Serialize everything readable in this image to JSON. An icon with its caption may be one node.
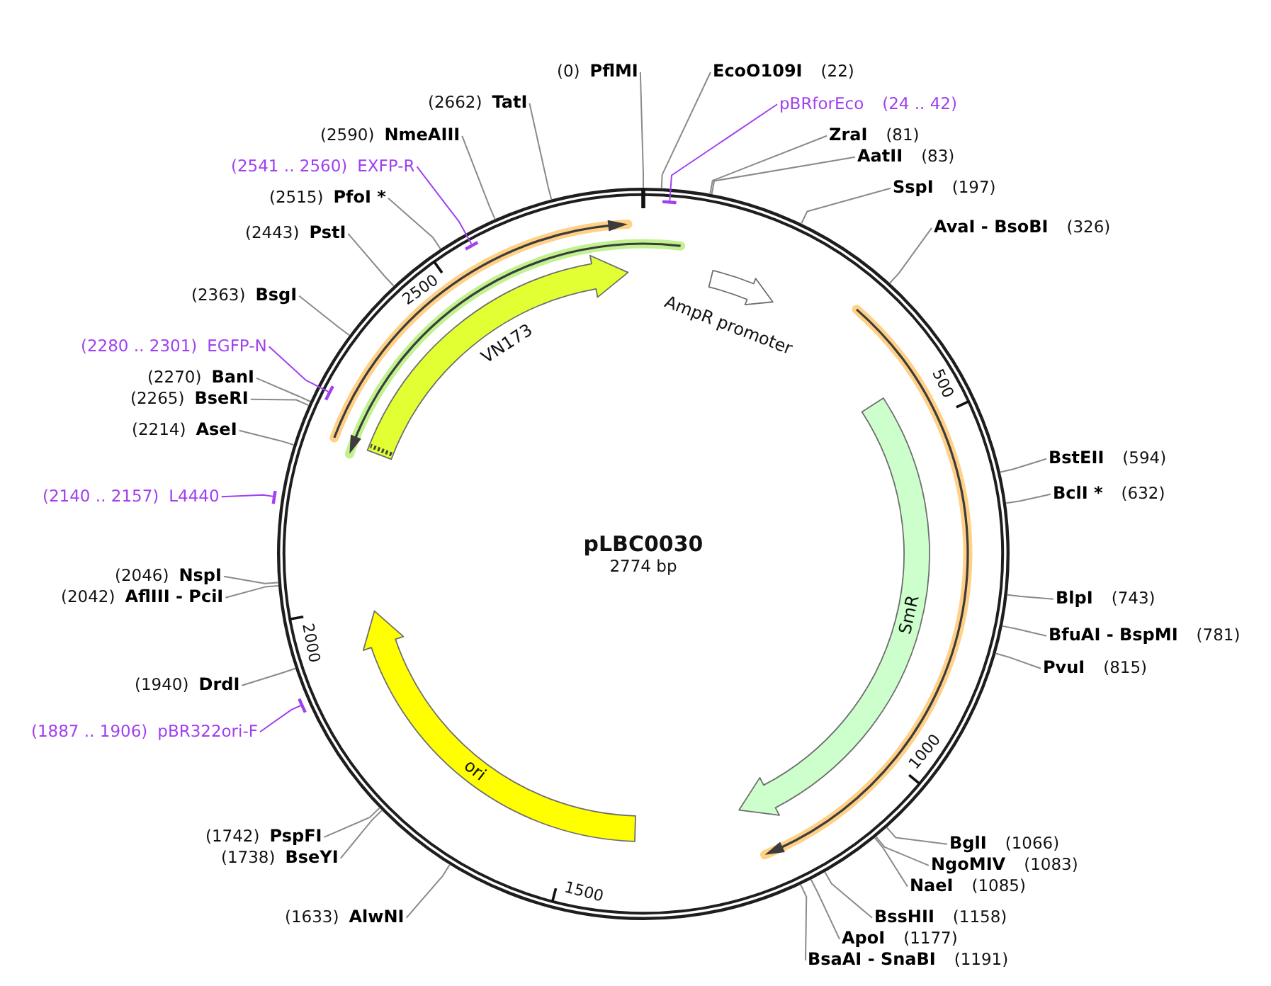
{
  "diagram": {
    "nodes": [
      {
        "text": [
          "pLBC0030",
          "2774 bp"
        ]
      },
      {
        "text": [
          "VN173"
        ],
        "in": 0
      },
      {
        "text": [
          "AmpR promoter"
        ],
        "in": 0
      },
      {
        "text": [
          "SmR"
        ],
        "in": 0
      },
      {
        "text": [
          "ori"
        ],
        "in": 0
      },
      {
        "text": [
          "(0)",
          "PflMI"
        ]
      },
      {
        "text": [
          "EcoO109I",
          "(22)"
        ]
      },
      {
        "text": [
          "pBRforEco",
          "(24 .. 42)"
        ]
      },
      {
        "text": [],
        "shape": "bar",
        "in": 0
      },
      {
        "text": [
          "ZraI",
          "(81)"
        ]
      },
      {
        "text": [
          "AatII",
          "(83)"
        ]
      },
      {
        "text": [
          "SspI",
          "(197)"
        ]
      },
      {
        "text": [
          "AvaI - BsoBI",
          "(326)"
        ]
      },
      {
        "text": [
          "BstEII",
          "(594)"
        ]
      },
      {
        "text": [
          "BclI *",
          "(632)"
        ]
      },
      {
        "text": [
          "BlpI",
          "(743)"
        ]
      },
      {
        "text": [
          "BfuAI - BspMI",
          "(781)"
        ]
      },
      {
        "text": [
          "PvuI",
          "(815)"
        ]
      },
      {
        "text": [
          "BglI",
          "(1066)"
        ]
      },
      {
        "text": [
          "NgoMIV",
          "(1083)"
        ]
      },
      {
        "text": [
          "NaeI",
          "(1085)"
        ]
      },
      {
        "text": [
          "BssHII",
          "(1158)"
        ]
      },
      {
        "text": [
          "ApoI",
          "(1177)"
        ]
      },
      {
        "text": [
          "BsaAI - SnaBI",
          "(1191)"
        ]
      },
      {
        "text": [
          "(1633)",
          "AlwNI"
        ]
      },
      {
        "text": [
          "(1738)",
          "BseYI"
        ]
      },
      {
        "text": [
          "(1742)",
          "PspFI"
        ]
      },
      {
        "text": [
          "(1887 .. 1906)",
          "pBR322ori-F"
        ]
      },
      {
        "text": [],
        "shape": "bar"
      },
      {
        "text": [
          "(1940)",
          "DrdI"
        ]
      },
      {
        "text": [
          "(2042)",
          "AflIII - PciI"
        ]
      },
      {
        "text": [
          "(2046)",
          "NspI"
        ]
      },
      {
        "text": [
          "(2140 .. 2157)",
          "L4440"
        ]
      },
      {
        "text": [],
        "shape": "bar"
      },
      {
        "text": [
          "(2214)",
          "AseI"
        ]
      },
      {
        "text": [
          "(2265)",
          "BseRI"
        ]
      },
      {
        "text": [
          "(2270)",
          "BanI"
        ]
      },
      {
        "text": [
          "(2280 .. 2301)",
          "EGFP-N"
        ]
      },
      {
        "text": [],
        "shape": "bar",
        "in": 0
      },
      {
        "text": [
          "(2363)",
          "BsgI"
        ]
      },
      {
        "text": [
          "(2443)",
          "PstI"
        ]
      },
      {
        "text": [
          "(2515)",
          "PfoI *"
        ]
      },
      {
        "text": [
          "(2541 .. 2560)",
          "EXFP-R"
        ]
      },
      {
        "text": [],
        "shape": "bar",
        "in": 0
      },
      {
        "text": [
          "(2590)",
          "NmeAIII"
        ]
      },
      {
        "text": [
          "(2662)",
          "TatI"
        ]
      }
    ],
    "edges": [
      {
        "from": 5,
        "to": 0,
        "arrow": "none"
      },
      {
        "from": 6,
        "to": 0,
        "arrow": "none"
      },
      {
        "from": 7,
        "to": 8,
        "arrow": "none",
        "color": "#a040f0"
      },
      {
        "from": 9,
        "to": 0,
        "arrow": "none"
      },
      {
        "from": 10,
        "to": 0,
        "arrow": "none"
      },
      {
        "from": 11,
        "to": 0,
        "arrow": "none"
      },
      {
        "from": 12,
        "to": 0,
        "arrow": "none"
      },
      {
        "from": 13,
        "to": 0,
        "arrow": "none"
      },
      {
        "from": 14,
        "to": 0,
        "arrow": "none"
      },
      {
        "from": 15,
        "to": 0,
        "arrow": "none"
      },
      {
        "from": 16,
        "to": 0,
        "arrow": "none"
      },
      {
        "from": 17,
        "to": 0,
        "arrow": "none"
      },
      {
        "from": 18,
        "to": 0,
        "arrow": "none"
      },
      {
        "from": 19,
        "to": 0,
        "arrow": "none"
      },
      {
        "from": 20,
        "to": 0,
        "arrow": "none"
      },
      {
        "from": 21,
        "to": 0,
        "arrow": "none"
      },
      {
        "from": 22,
        "to": 0,
        "arrow": "none"
      },
      {
        "from": 23,
        "to": 0,
        "arrow": "none"
      },
      {
        "from": 24,
        "to": 0,
        "arrow": "none"
      },
      {
        "from": 25,
        "to": 0,
        "arrow": "none"
      },
      {
        "from": 26,
        "to": 0,
        "arrow": "none"
      },
      {
        "from": 27,
        "to": 28,
        "arrow": "none",
        "color": "#a040f0"
      },
      {
        "from": 29,
        "to": 0,
        "arrow": "none"
      },
      {
        "from": 30,
        "to": 0,
        "arrow": "none"
      },
      {
        "from": 31,
        "to": 0,
        "arrow": "none"
      },
      {
        "from": 32,
        "to": 33,
        "arrow": "none",
        "color": "#a040f0"
      },
      {
        "from": 34,
        "to": 0,
        "arrow": "none"
      },
      {
        "from": 35,
        "to": 0,
        "arrow": "none"
      },
      {
        "from": 36,
        "to": 0,
        "arrow": "none"
      },
      {
        "from": 37,
        "to": 38,
        "arrow": "none",
        "color": "#a040f0"
      },
      {
        "from": 39,
        "to": 0,
        "arrow": "none"
      },
      {
        "from": 40,
        "to": 0,
        "arrow": "none"
      },
      {
        "from": 41,
        "to": 0,
        "arrow": "none"
      },
      {
        "from": 42,
        "to": 43,
        "arrow": "none",
        "color": "#a040f0"
      },
      {
        "from": 44,
        "to": 0,
        "arrow": "none"
      },
      {
        "from": 45,
        "to": 0,
        "arrow": "none"
      }
    ],
    "labels": [
      "2500",
      "500",
      "2000",
      "1000",
      "1500"
    ]
  }
}
